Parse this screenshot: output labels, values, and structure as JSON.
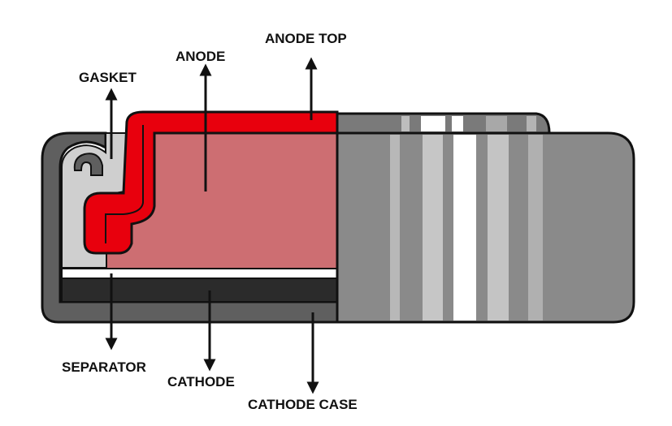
{
  "labels": {
    "anode_top": "ANODE TOP",
    "anode": "ANODE",
    "gasket": "GASKET",
    "separator": "SEPARATOR",
    "cathode": "CATHODE",
    "cathode_case": "CATHODE CASE"
  },
  "colors": {
    "anode_top": "#e8000d",
    "anode": "#cd6e72",
    "gasket": "#cfcfcf",
    "cathode": "#2b2b2b",
    "cathode_case": "#5f5f5f",
    "separator": "#ffffff",
    "exterior": "#8a8a8a",
    "outline": "#111111"
  }
}
